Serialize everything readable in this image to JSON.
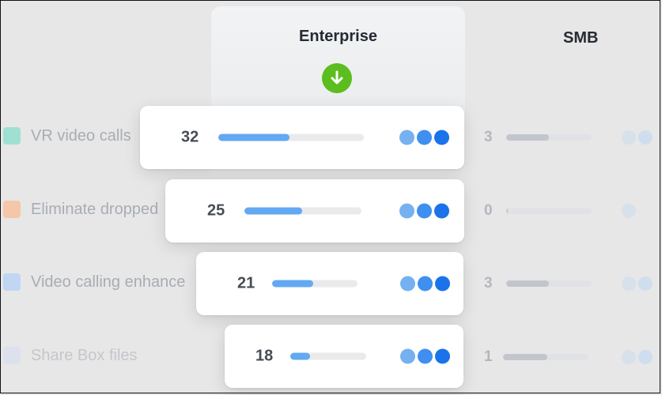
{
  "features": [
    {
      "label": "VR video calls",
      "color": "#9fe0d2"
    },
    {
      "label": "Eliminate dropped",
      "color": "#f6c6a8"
    },
    {
      "label": "Video calling enhance",
      "color": "#c0d6f3"
    },
    {
      "label": "Share Box files",
      "color": "#d3dfee"
    }
  ],
  "columns": {
    "enterprise": {
      "title": "Enterprise",
      "icon": "download-icon"
    },
    "smb": {
      "title": "SMB"
    }
  },
  "enterprise_rows": [
    {
      "value": "32",
      "progress": 0.49
    },
    {
      "value": "25",
      "progress": 0.49
    },
    {
      "value": "21",
      "progress": 0.48
    },
    {
      "value": "18",
      "progress": 0.26
    }
  ],
  "smb_rows": [
    {
      "value": "3",
      "progress": 0.5
    },
    {
      "value": "0",
      "progress": 0.02
    },
    {
      "value": "3",
      "progress": 0.5
    },
    {
      "value": "1",
      "progress": 0.52
    }
  ],
  "colors": {
    "accent": "#1a73e8",
    "download": "#5bbd1e"
  }
}
